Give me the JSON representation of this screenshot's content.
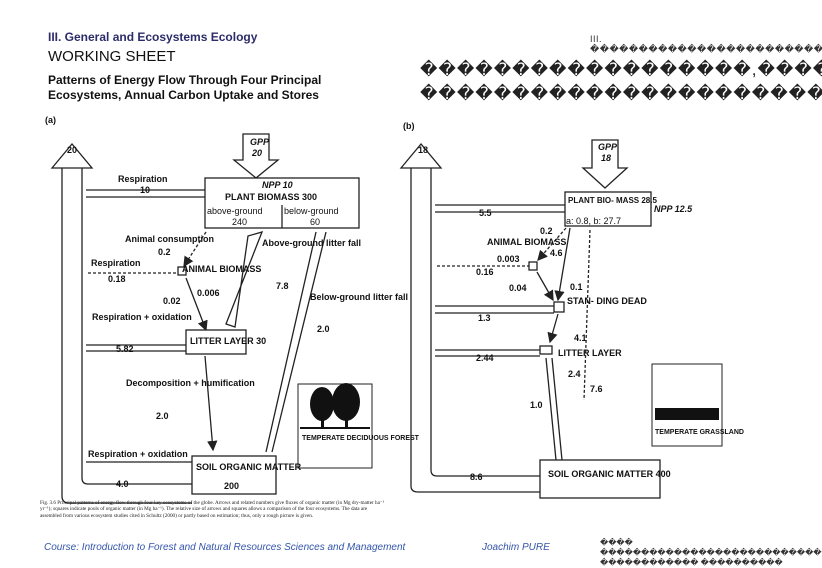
{
  "header": {
    "left_title": "III. General and Ecosystems Ecology",
    "right_title": "III. ������������������������",
    "working_sheet": "WORKING SHEET",
    "subtitle": "Patterns of Energy Flow Through Four Principal Ecosystems, Annual Carbon Uptake and Stores",
    "subtitle_right": "������������������,����� ����������������������"
  },
  "panel_a": {
    "label": "(a)",
    "top_out": "20",
    "gpp": "GPP",
    "gpp_val": "20",
    "respiration": "Respiration",
    "respiration_val": "10",
    "plant_npp": "NPP 10",
    "plant_biomass": "PLANT BIOMASS 300",
    "above_ground": "above-ground",
    "below_ground": "below-ground",
    "above_val": "240",
    "below_val": "60",
    "animal_consumption": "Animal consumption",
    "animal_consumption_val": "0.2",
    "respiration2": "Respiration",
    "respiration2_val": "0.18",
    "animal_biomass": "ANIMAL BIOMASS",
    "animal_biomass_val": "0.006",
    "above_litter": "Above-ground litter fall",
    "above_litter_val": "7.8",
    "val_002": "0.02",
    "resp_ox": "Respiration + oxidation",
    "below_litter": "Below-ground litter fall",
    "below_litter_val": "2.0",
    "val_582": "5.82",
    "litter": "LITTER LAYER 30",
    "decomp": "Decomposition + humification",
    "decomp_val": "2.0",
    "resp_ox2": "Respiration + oxidation",
    "resp_ox2_val": "4.0",
    "som": "SOIL ORGANIC MATTER",
    "som_val": "200",
    "forest_label": "TEMPERATE DECIDUOUS FOREST"
  },
  "panel_b": {
    "label": "(b)",
    "top_out": "18",
    "gpp": "GPP",
    "gpp_val": "18",
    "plant": "PLANT BIO- MASS 28.5",
    "npp": "NPP 12.5",
    "ab": "a: 0.8, b: 27.7",
    "val_55": "5.5",
    "val_02": "0.2",
    "animal": "ANIMAL BIOMASS",
    "animal_val": "0.003",
    "val_46": "4.6",
    "val_016": "0.16",
    "val_004": "0.04",
    "val_01": "0.1",
    "standing": "STAN- DING DEAD",
    "standing_val": "4.1",
    "val_13": "1.3",
    "val_244": "2.44",
    "litter": "LITTER LAYER",
    "litter_val": "2.4",
    "val_76": "7.6",
    "val_10": "1.0",
    "som": "SOIL ORGANIC MATTER 400",
    "val_86": "8.6",
    "grass_label": "TEMPERATE GRASSLAND"
  },
  "caption": "Fig. 3.6 Principal patterns of energy flow through four key ecosystems of the globe. Arrows and related numbers give fluxes of organic matter (in Mg dry-matter ha⁻¹ yr⁻¹); squares indicate pools of organic matter (in Mg ha⁻¹). The relative size of arrows and squares allows a comparison of the four ecosystems. The data are assembled from various ecosystem studies cited in Schultz (2000) or partly based on estimation; thus, only a rough picture is given.",
  "footer": {
    "course": "Course: Introduction to Forest and Natural Resources Sciences and Management",
    "author": "Joachim PURE",
    "right": "���� ���������������������������� ������������ ����������"
  }
}
